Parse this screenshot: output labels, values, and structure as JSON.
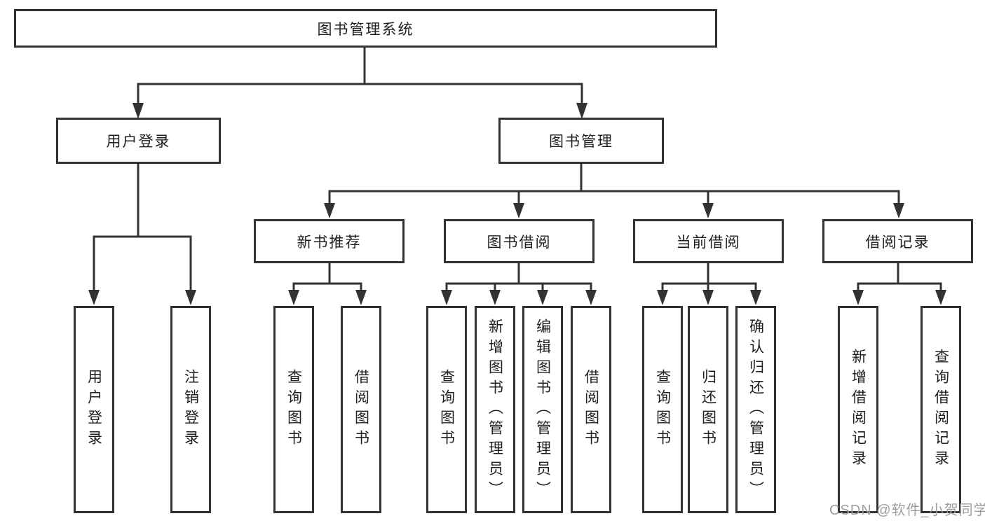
{
  "diagram": {
    "root": {
      "label": "图书管理系统"
    },
    "level2": [
      {
        "label": "用户登录"
      },
      {
        "label": "图书管理"
      }
    ],
    "level3": [
      {
        "label": "新书推荐"
      },
      {
        "label": "图书借阅"
      },
      {
        "label": "当前借阅"
      },
      {
        "label": "借阅记录"
      }
    ],
    "leaves": {
      "user_login": [
        "用户登录",
        "注销登录"
      ],
      "new_book_recommend": [
        "查询图书",
        "借阅图书"
      ],
      "book_borrow": [
        "查询图书",
        "新增图书（管理员）",
        "编辑图书（管理员）",
        "借阅图书"
      ],
      "current_borrow": [
        "查询图书",
        "归还图书",
        "确认归还（管理员）"
      ],
      "borrow_records": [
        "新增借阅记录",
        "查询借阅记录"
      ]
    }
  },
  "watermark": {
    "text": "CSDN @软件_小贺同学"
  },
  "colors": {
    "line": "#333333",
    "text": "#1f1f1f",
    "watermark": "#9e9e9e",
    "background": "#ffffff"
  }
}
